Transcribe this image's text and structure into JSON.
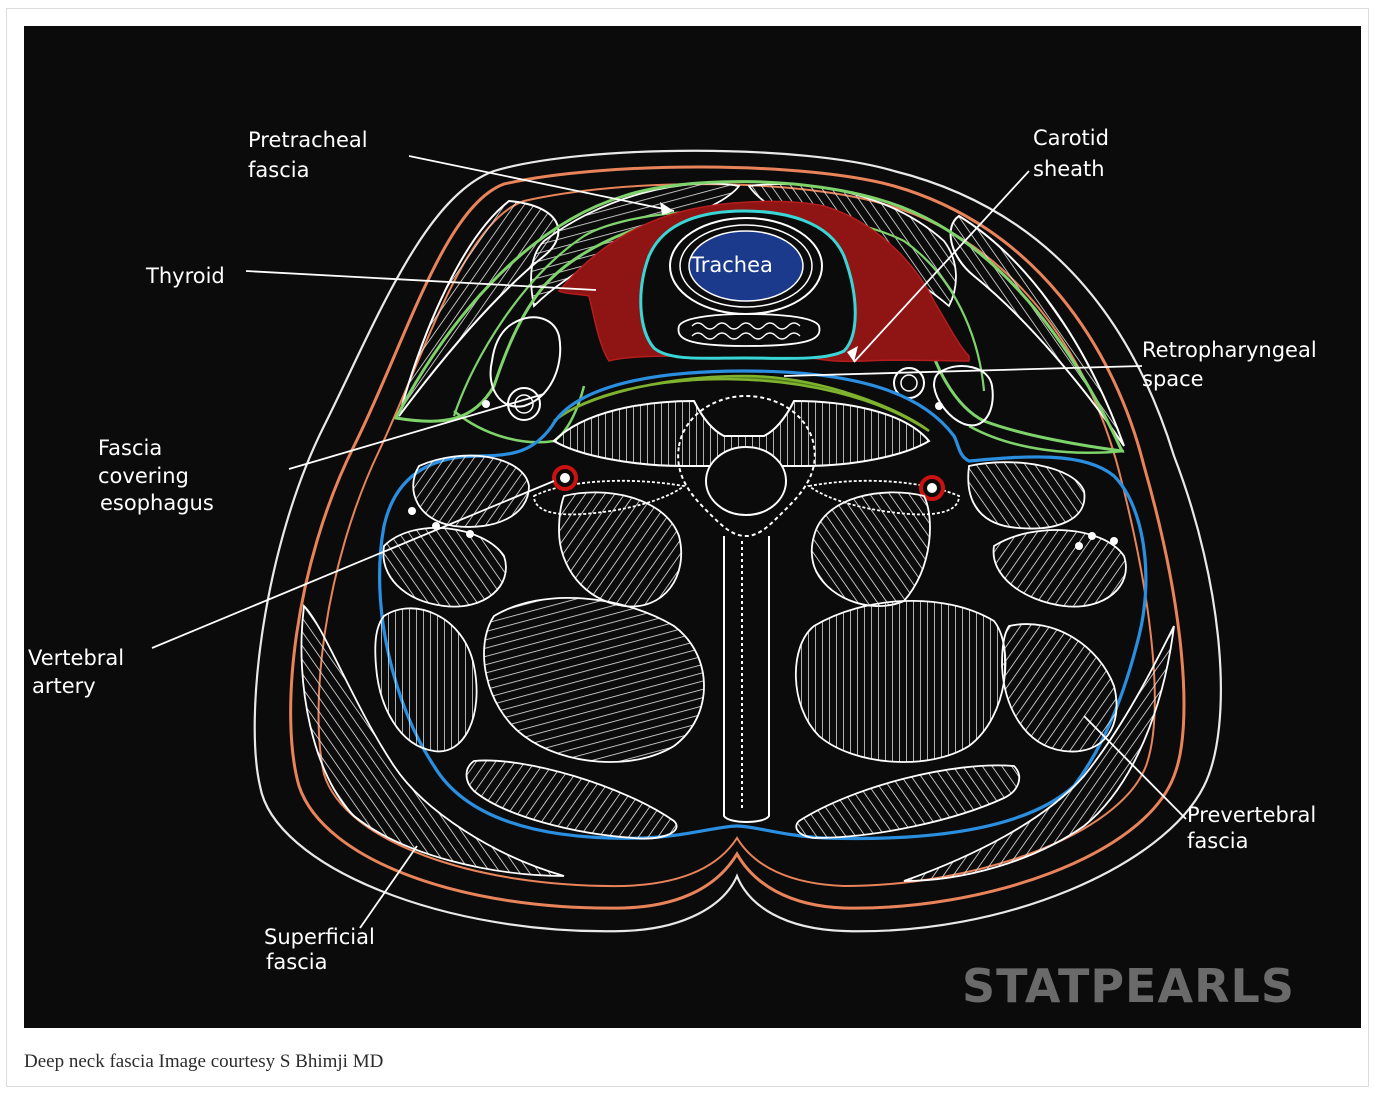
{
  "labels": {
    "pretracheal_1": "Pretracheal",
    "pretracheal_2": "fascia",
    "carotid_1": "Carotid",
    "carotid_2": "sheath",
    "thyroid": "Thyroid",
    "trachea": "Trachea",
    "retro_1": "Retropharyngeal",
    "retro_2": "space",
    "fascia_esoph_1": "Fascia",
    "fascia_esoph_2": "covering",
    "fascia_esoph_3": "esophagus",
    "vertebral_1": "Vertebral",
    "vertebral_2": "artery",
    "prevertebral_1": "Prevertebral",
    "prevertebral_2": "fascia",
    "superficial_1": "Superficial",
    "superficial_2": "fascia"
  },
  "watermark": "STATPEARLS",
  "caption": "Deep neck fascia Image courtesy S Bhimji MD",
  "colors": {
    "background": "#0b0b0b",
    "superficial_fascia": "#e8835a",
    "pretracheal_fascia": "#7fd36b",
    "prevertebral_fascia": "#2a8fe0",
    "thyroid": "#8f1414",
    "trachea": "#1c3a8c",
    "visceral_fascia": "#38d6d6",
    "retropharyngeal_fascia": "#4f7a18"
  }
}
